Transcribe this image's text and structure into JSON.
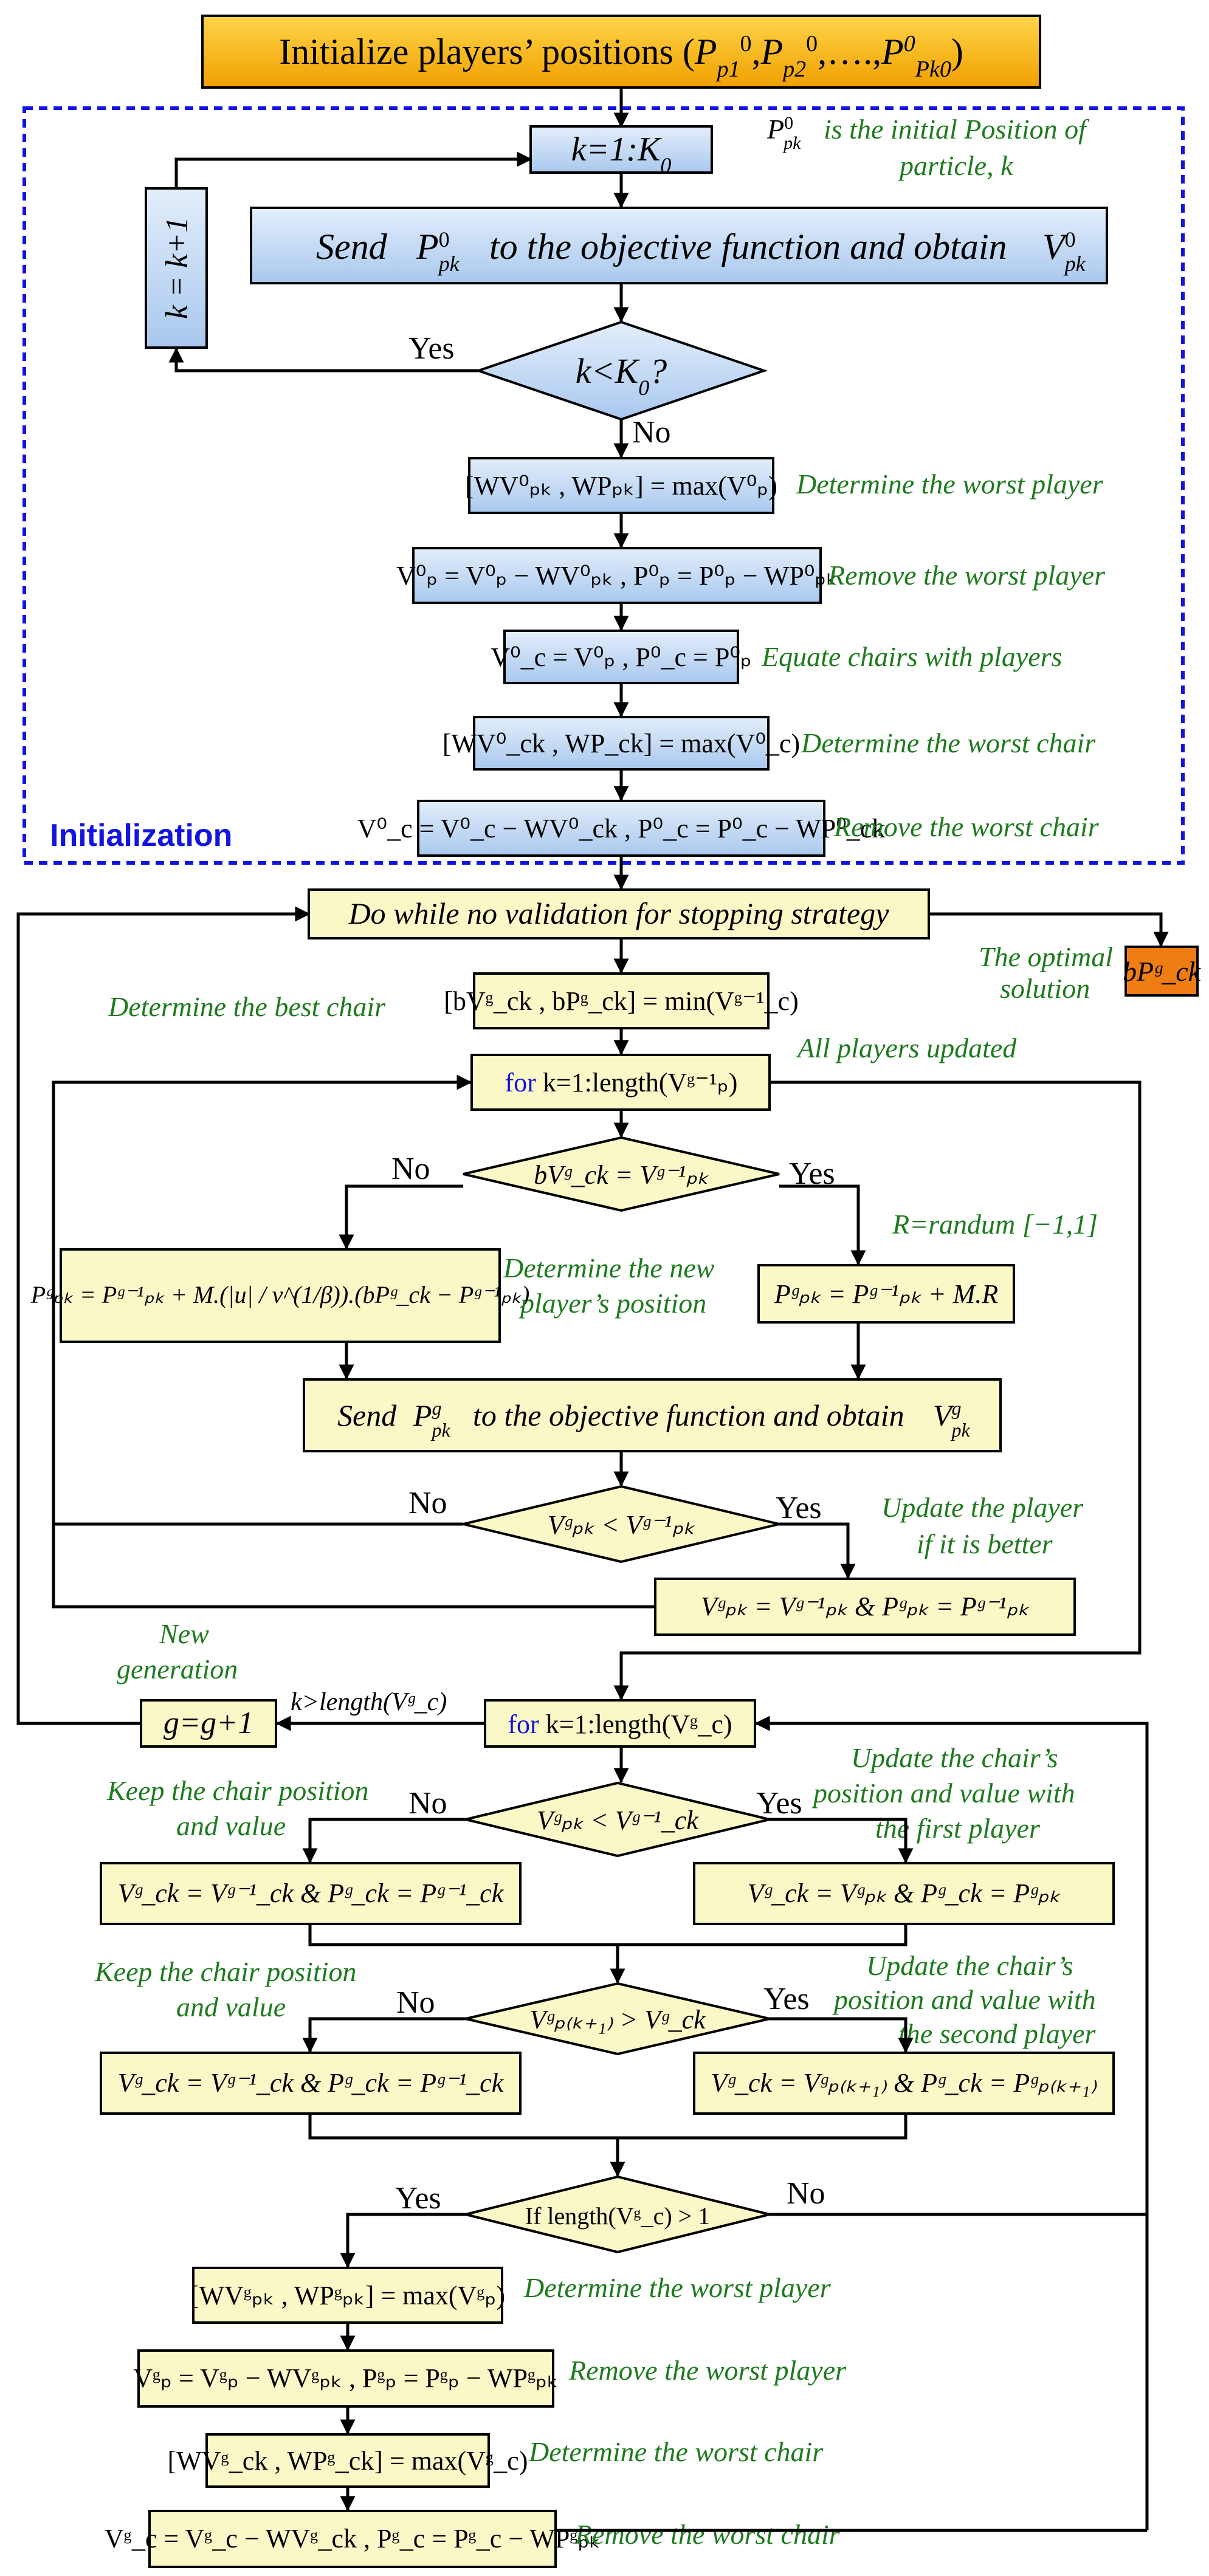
{
  "start": {
    "text_a": "Initialize players’ positions (",
    "p1": "P",
    "p1_sub": "p1",
    "p1_sup": "0",
    "p2": "P",
    "p2_sub": "p2",
    "p2_sup": "0",
    "dots": ",….,",
    "pk": "P",
    "pk_sup": "0",
    "pk_sub": "Pk0",
    "close": ")"
  },
  "init": {
    "section_label": "Initialization",
    "loop_box": "k=1:K",
    "loop_box_sub": "0",
    "loop_note_1": "is the initial Position of",
    "loop_note_2": "particle, k",
    "incr_box": "k = k+1",
    "send_box_a": "Send",
    "send_box_b": "to the objective function and obtain",
    "decision": "k<K",
    "decision_sub": "0",
    "decision_q": "?",
    "yes": "Yes",
    "no": "No",
    "step1_eq": "[WV⁰ₚₖ , WPₚₖ] = max(V⁰ₚ)",
    "step1_note": "Determine the worst player",
    "step2_eq": "V⁰ₚ = V⁰ₚ − WV⁰ₚₖ , P⁰ₚ = P⁰ₚ − WP⁰ₚₖ",
    "step2_note": "Remove the worst player",
    "step3_eq": "V⁰_c = V⁰ₚ , P⁰_c = P⁰ₚ",
    "step3_note": "Equate chairs with players",
    "step4_eq": "[WV⁰_ck , WP_ck] = max(V⁰_c)",
    "step4_note": "Determine the worst chair",
    "step5_eq": "V⁰_c = V⁰_c − WV⁰_ck , P⁰_c = P⁰_c − WP⁰_ck",
    "step5_note": "Remove the worst chair"
  },
  "main": {
    "do_while": "Do while no validation for stopping strategy",
    "optimal_note_1": "The optimal",
    "optimal_note_2": "solution",
    "optimal_box": "bPᵍ_ck",
    "best_chair_note": "Determine the best chair",
    "best_chair_eq": "[bVᵍ_ck , bPᵍ_ck] = min(Vᵍ⁻¹_c)",
    "for1_kw": "for",
    "for1_rest": " k=1:length(Vᵍ⁻¹ₚ)",
    "all_updated_note": "All players updated",
    "dec1": "bVᵍ_ck = Vᵍ⁻¹ₚₖ",
    "no": "No",
    "yes": "Yes",
    "rand_note": "R=randum [−1,1]",
    "levy_eq": "Pᵍₚₖ = Pᵍ⁻¹ₚₖ + M.(|u| / v^(1/β)).(bPᵍ_ck − Pᵍ⁻¹ₚₖ)",
    "new_pos_note_1": "Determine the new",
    "new_pos_note_2": "player’s position",
    "rand_eq": "Pᵍₚₖ = Pᵍ⁻¹ₚₖ + M.R",
    "send2_a": "Send",
    "send2_b": "to the objective function and obtain",
    "dec2": "Vᵍₚₖ < Vᵍ⁻¹ₚₖ",
    "update_note_1": "Update the player",
    "update_note_2": "if it is better",
    "update_eq": "Vᵍₚₖ = Vᵍ⁻¹ₚₖ & Pᵍₚₖ = Pᵍ⁻¹ₚₖ",
    "new_gen_note_1": "New",
    "new_gen_note_2": "generation",
    "gen_box": "g=g+1",
    "exit_cond": "k>length(Vᵍ_c)",
    "for2_kw": "for",
    "for2_rest": " k=1:length(Vᵍ_c)",
    "keep1_note_1": "Keep the chair position",
    "keep1_note_2": "and value",
    "upd1_note_1": "Update the chair’s",
    "upd1_note_2": "position and value with",
    "upd1_note_3": "the first player",
    "dec3": "Vᵍₚₖ < Vᵍ⁻¹_ck",
    "keep1_eq": "Vᵍ_ck = Vᵍ⁻¹_ck & Pᵍ_ck = Pᵍ⁻¹_ck",
    "upd1_eq": "Vᵍ_ck = Vᵍₚₖ & Pᵍ_ck = Pᵍₚₖ",
    "keep2_note_1": "Keep the chair position",
    "keep2_note_2": "and value",
    "upd2_note_1": "Update the chair’s",
    "upd2_note_2": "position and value with",
    "upd2_note_3": "the second player",
    "dec4": "Vᵍₚ₍ₖ₊₁₎ > Vᵍ_ck",
    "keep2_eq": "Vᵍ_ck = Vᵍ⁻¹_ck & Pᵍ_ck = Pᵍ⁻¹_ck",
    "upd2_eq": "Vᵍ_ck = Vᵍₚ₍ₖ₊₁₎ & Pᵍ_ck = Pᵍₚ₍ₖ₊₁₎",
    "dec5": "If length(Vᵍ_c) > 1",
    "f1_eq": "[WVᵍₚₖ , WPᵍₚₖ] = max(Vᵍₚ)",
    "f1_note": "Determine the worst player",
    "f2_eq": "Vᵍₚ = Vᵍₚ − WVᵍₚₖ , Pᵍₚ = Pᵍₚ − WPᵍₚₖ",
    "f2_note": "Remove the worst player",
    "f3_eq": "[WVᵍ_ck , WPᵍ_ck] = max(Vᵍ_c)",
    "f3_note": "Determine the worst chair",
    "f4_eq": "Vᵍ_c = Vᵍ_c − WVᵍ_ck , Pᵍ_c = Pᵍ_c − WPᵍₚₖ",
    "f4_note": "Remove the worst chair"
  },
  "colors": {
    "start_fill": "#f7b500",
    "init_box_fill": "#c5dcf4",
    "main_box_fill": "#fbf8c8",
    "optimal_fill": "#ef7d14",
    "annotation": "#1e7a1e",
    "section_border": "#1414e0"
  }
}
